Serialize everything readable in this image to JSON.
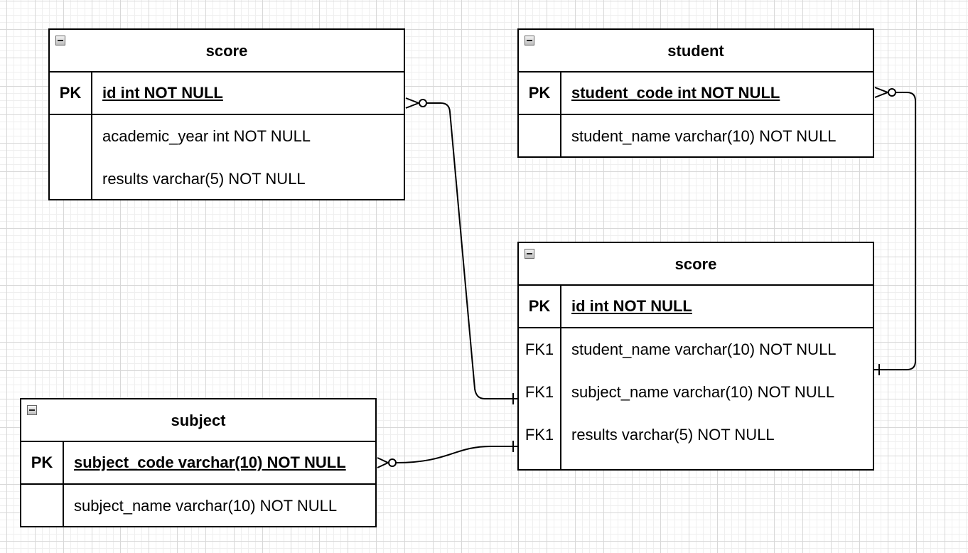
{
  "entities": {
    "score_top": {
      "title": "score",
      "pk_label": "PK",
      "pk_attr": "id int NOT NULL",
      "rows": [
        {
          "key": "",
          "attr": "academic_year int  NOT NULL"
        },
        {
          "key": "",
          "attr": "results varchar(5) NOT NULL"
        }
      ]
    },
    "student": {
      "title": "student",
      "pk_label": "PK",
      "pk_attr": "student_code int NOT NULL",
      "rows": [
        {
          "key": "",
          "attr": "student_name varchar(10) NOT NULL"
        }
      ]
    },
    "score_main": {
      "title": "score",
      "pk_label": "PK",
      "pk_attr": "id int NOT NULL",
      "rows": [
        {
          "key": "FK1",
          "attr": "student_name varchar(10) NOT NULL"
        },
        {
          "key": "FK1",
          "attr": "subject_name varchar(10) NOT NULL"
        },
        {
          "key": "FK1",
          "attr": "results varchar(5) NOT NULL"
        }
      ]
    },
    "subject": {
      "title": "subject",
      "pk_label": "PK",
      "pk_attr": "subject_code varchar(10) NOT NULL",
      "rows": [
        {
          "key": "",
          "attr": "subject_name varchar(10) NOT NULL"
        }
      ]
    }
  },
  "relationships": [
    {
      "from": "score_top",
      "to": "score_main",
      "from_end": "zero-or-many",
      "to_end": "one"
    },
    {
      "from": "student",
      "to": "score_main",
      "from_end": "zero-or-many",
      "to_end": "one"
    },
    {
      "from": "subject",
      "to": "score_main",
      "from_end": "zero-or-many",
      "to_end": "one"
    }
  ],
  "colors": {
    "line": "#000000",
    "grid": "#d8d8d8",
    "background": "#ffffff"
  }
}
